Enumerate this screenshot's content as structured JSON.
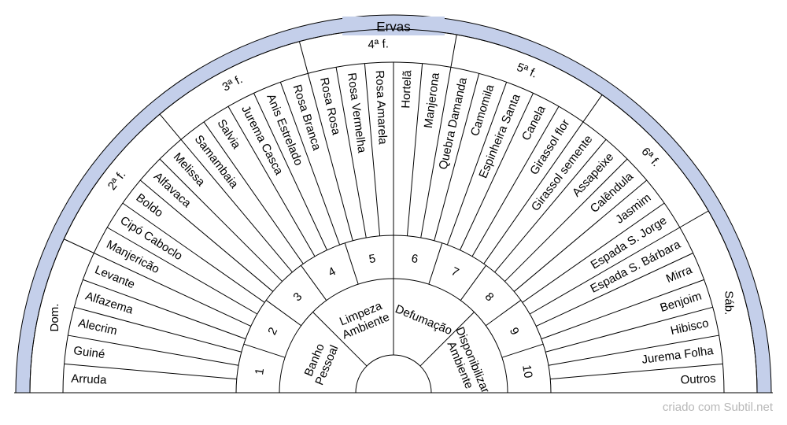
{
  "title": "Ervas",
  "colors": {
    "band": "#c4cfea",
    "line": "#000000",
    "background": "#ffffff"
  },
  "days": [
    "Dom.",
    "2ª f.",
    "3ª f.",
    "4ª f.",
    "5ª f.",
    "6ª f.",
    "Sáb."
  ],
  "herbs": [
    {
      "name": "Arruda",
      "day": 0
    },
    {
      "name": "Guiné",
      "day": 0
    },
    {
      "name": "Alecrim",
      "day": 0
    },
    {
      "name": "Alfazema",
      "day": 0
    },
    {
      "name": "Levante",
      "day": 0
    },
    {
      "name": "Manjericão",
      "day": 1
    },
    {
      "name": "Cipó Caboclo",
      "day": 1
    },
    {
      "name": "Boldo",
      "day": 1
    },
    {
      "name": "Alfavaca",
      "day": 1
    },
    {
      "name": "Melissa",
      "day": 1
    },
    {
      "name": "Samambaia",
      "day": 2
    },
    {
      "name": "Salvia",
      "day": 2
    },
    {
      "name": "Jurema Casca",
      "day": 2
    },
    {
      "name": "Anis Estrelado",
      "day": 2
    },
    {
      "name": "Rosa Branca",
      "day": 2
    },
    {
      "name": "Rosa Rosa",
      "day": 3
    },
    {
      "name": "Rosa Vermelha",
      "day": 3
    },
    {
      "name": "Rosa Amarela",
      "day": 3
    },
    {
      "name": "Hortelã",
      "day": 3
    },
    {
      "name": "Manjerona",
      "day": 3
    },
    {
      "name": "Quebra Damanda",
      "day": 4
    },
    {
      "name": "Camomila",
      "day": 4
    },
    {
      "name": "Espinheira Santa",
      "day": 4
    },
    {
      "name": "Canela",
      "day": 4
    },
    {
      "name": "Girassol flor",
      "day": 4
    },
    {
      "name": "Girassol semente",
      "day": 5
    },
    {
      "name": "Assapeixe",
      "day": 5
    },
    {
      "name": "Calêndula",
      "day": 5
    },
    {
      "name": "Jasmim",
      "day": 5
    },
    {
      "name": "Espada S. Jorge",
      "day": 5
    },
    {
      "name": "Espada S. Bárbara",
      "day": 6
    },
    {
      "name": "Mirra",
      "day": 6
    },
    {
      "name": "Benjoim",
      "day": 6
    },
    {
      "name": "Hibisco",
      "day": 6
    },
    {
      "name": "Jurema Folha",
      "day": 6
    },
    {
      "name": "Outros",
      "day": 6
    }
  ],
  "numbers": [
    "1",
    "2",
    "3",
    "4",
    "5",
    "6",
    "7",
    "8",
    "9",
    "10"
  ],
  "uses": [
    {
      "lines": [
        "Banho",
        "Pessoal"
      ]
    },
    {
      "lines": [
        "Limpeza",
        "Ambiente"
      ]
    },
    {
      "lines": [
        "Defumação"
      ]
    },
    {
      "lines": [
        "Disponibilizar",
        "Ambiente"
      ]
    }
  ],
  "footer": "criado com Subtil.net"
}
